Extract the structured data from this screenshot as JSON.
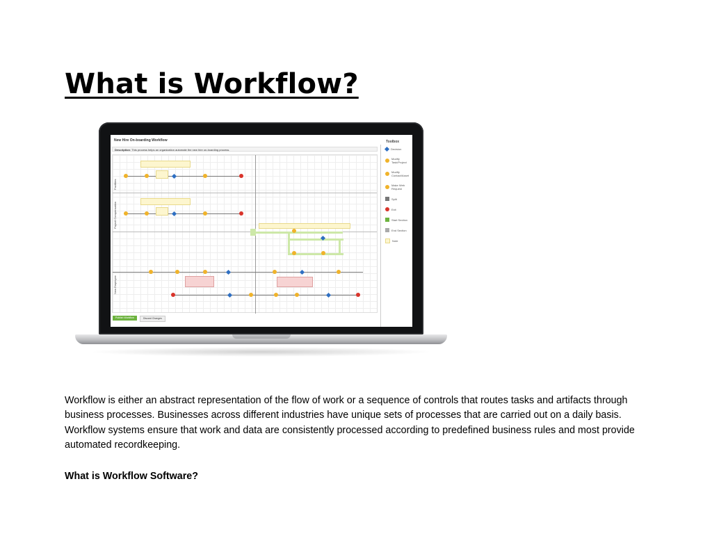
{
  "heading": "What is Workflow?",
  "screenshot": {
    "app_title": "New Hire On-boarding Workflow",
    "description_label": "Description",
    "description_text": "This process helps an organization automate the new hire on-boarding process.",
    "lanes": [
      "Facilities",
      "Payroll Compensation",
      "New Employee"
    ],
    "save_button": "Publish Workflow",
    "discard_button": "Discard Changes",
    "toolbox": {
      "title": "Toolbox",
      "items": [
        {
          "label": "Decision",
          "icon": "decision-icon",
          "color": "#2e6fc2"
        },
        {
          "label": "Modify Task/Project",
          "icon": "modify-task-icon",
          "color": "#f0b32a"
        },
        {
          "label": "Modify Contact/Asset",
          "icon": "modify-contact-icon",
          "color": "#f0b32a"
        },
        {
          "label": "Make Web Request",
          "icon": "web-request-icon",
          "color": "#f0b32a"
        },
        {
          "label": "Split",
          "icon": "split-icon",
          "color": "#777777"
        },
        {
          "label": "Exit",
          "icon": "exit-icon",
          "color": "#d9342b"
        },
        {
          "label": "Start Section",
          "icon": "start-section-icon",
          "color": "#6db33f"
        },
        {
          "label": "End Section",
          "icon": "end-section-icon",
          "color": "#aaaaaa"
        },
        {
          "label": "Note",
          "icon": "note-icon",
          "color": "#e8d98a"
        }
      ]
    }
  },
  "paragraph": "Workflow is either an abstract representation of the flow of work or a sequence of controls that routes tasks and artifacts through business processes. Businesses across different industries have unique sets of processes that are carried out on a daily basis. Workflow systems ensure that work and data are consistently processed according to predefined business rules and most provide automated recordkeeping.",
  "subheading": "What is Workflow Software?"
}
